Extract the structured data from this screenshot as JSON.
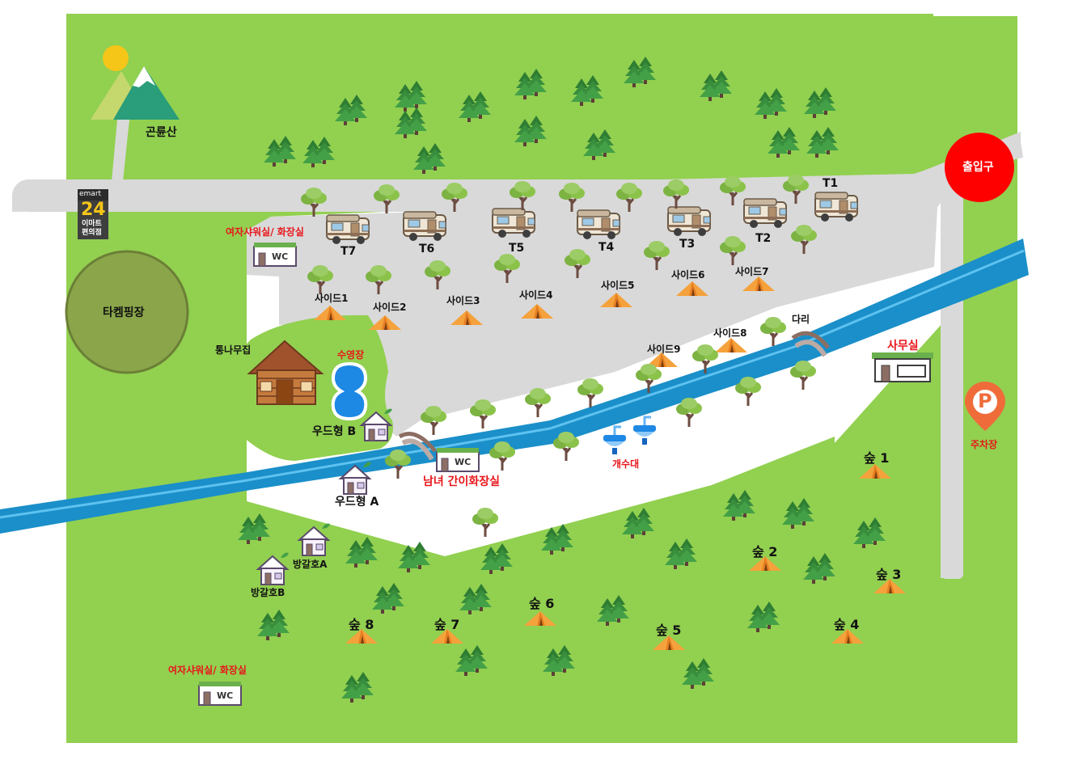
{
  "colors": {
    "grass": "#92d050",
    "road": "#d9d9d9",
    "river": "#1a8fc9",
    "field": "#8ba64a",
    "entrance": "#ff0000",
    "accent_red": "#e8161b",
    "tent": "#f5a23c",
    "tree": "#2e7d32",
    "round_tree": "#7cb342"
  },
  "landmarks": {
    "mountain": "곤륜산",
    "store_brand": "emart",
    "store_number": "24",
    "store_name_line1": "이마트",
    "store_name_line2": "편의점",
    "field": "타켐핑장",
    "entrance": "출입구",
    "parking_icon": "P",
    "parking": "주차장",
    "cabin": "통나무집",
    "pool": "수영장",
    "office": "사무실",
    "bridge": "다리",
    "sinks": "개수대",
    "wc_sign": "WC",
    "toilet_top": "여자샤워실/ 화장실",
    "toilet_simple": "남녀 간이화장실",
    "toilet_bottom": "여자샤워실/ 화장실"
  },
  "rv_sites": [
    "T1",
    "T2",
    "T3",
    "T4",
    "T5",
    "T6",
    "T7"
  ],
  "side_sites": [
    "사이드1",
    "사이드2",
    "사이드3",
    "사이드4",
    "사이드5",
    "사이드6",
    "사이드7",
    "사이드8",
    "사이드9"
  ],
  "forest_sites": [
    "숲 1",
    "숲 2",
    "숲 3",
    "숲 4",
    "숲 5",
    "숲 6",
    "숲 7",
    "숲 8"
  ],
  "cabins": {
    "wood_a": "우드형 A",
    "wood_b": "우드형 B",
    "bungalow_a": "방갈호A",
    "bungalow_b": "방갈호B"
  }
}
